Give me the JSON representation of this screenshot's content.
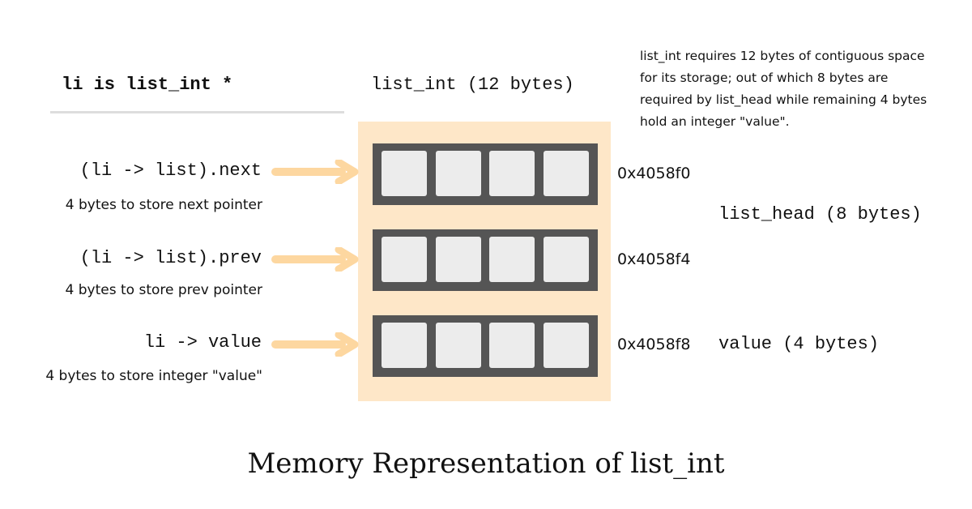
{
  "declaration": "li is list_int *",
  "struct_title": "list_int (12 bytes)",
  "note": "list_int requires 12 bytes of contiguous space for its storage; out of which 8 bytes are required by list_head while remaining 4 bytes hold an integer \"value\".",
  "fields": [
    {
      "label": "(li -> list).next",
      "description": "4 bytes to store next pointer",
      "address": "0x4058f0"
    },
    {
      "label": "(li -> list).prev",
      "description": "4 bytes to store prev pointer",
      "address": "0x4058f4"
    },
    {
      "label": "li -> value",
      "description": "4 bytes to store integer \"value\"",
      "address": "0x4058f8"
    }
  ],
  "groups": {
    "list_head": "list_head (8 bytes)",
    "value": "value (4 bytes)"
  },
  "caption": "Memory Representation of list_int",
  "colors": {
    "memory_block": "#fee7c8",
    "word": "#555555",
    "byte": "#ececec",
    "arrow": "#fdd7a0"
  },
  "icons": {
    "pointer": "arrow-right-icon"
  }
}
